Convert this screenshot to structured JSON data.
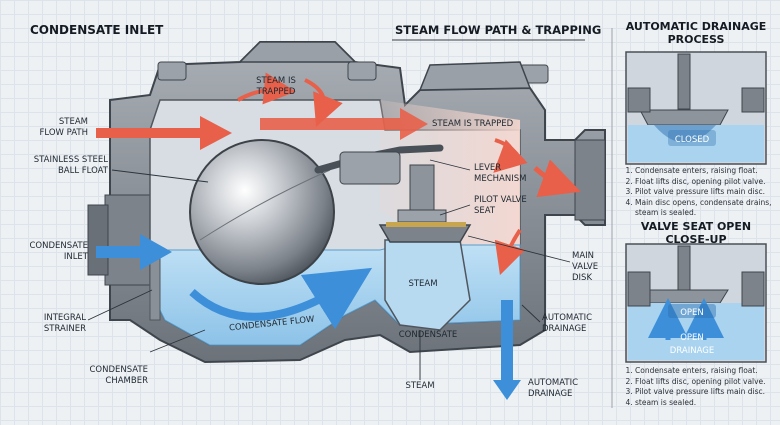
{
  "headings": {
    "inlet": "CONDENSATE INLET",
    "flow": "STEAM FLOW PATH & TRAPPING",
    "drain_line1": "AUTOMATIC DRAINAGE",
    "drain_line2": "PROCESS",
    "seat_line1": "VALVE SEAT OPEN",
    "seat_line2": "CLOSE-UP"
  },
  "labels": {
    "steam_flow_l1": "STEAM",
    "steam_flow_l2": "FLOW PATH",
    "ball_l1": "STAINLESS STEEL",
    "ball_l2": "BALL FLOAT",
    "inlet_l1": "CONDENSATE",
    "inlet_l2": "INLET",
    "strainer_l1": "INTEGRAL",
    "strainer_l2": "STRAINER",
    "chamber_l1": "CONDENSATE",
    "chamber_l2": "CHAMBER",
    "steam_bottom": "STEAM",
    "drain_bottom_l1": "AUTOMATIC",
    "drain_bottom_l2": "DRAINAGE",
    "drain_mid_l1": "AUTOMATIC",
    "drain_mid_l2": "DRAINAGE",
    "main_valve_l1": "MAIN",
    "main_valve_l2": "VALVE",
    "main_valve_l3": "DISK",
    "pilot_l1": "PILOT VALVE",
    "pilot_l2": "SEAT",
    "lever_l1": "LEVER",
    "lever_l2": "MECHANISM",
    "trapped_top_l1": "STEAM IS",
    "trapped_top_l2": "TRAPPED",
    "trapped_mid": "STEAM IS TRAPPED",
    "condensate_flow": "CONDENSATE FLOW",
    "steam_inner": "STEAM",
    "condensate_inner": "CONDENSATE",
    "closed": "CLOSED",
    "open": "OPEN",
    "open_drainage_l1": "OPEN",
    "open_drainage_l2": "DRAINAGE"
  },
  "steps_top": [
    "Condensate enters, raising float.",
    "Float lifts disc, opening pilot valve.",
    "Pilot valve pressure lifts main disc.",
    "Main disc opens, condensate drains, steam is sealed."
  ],
  "steps_bottom": [
    "Condensate enters, raising float.",
    "Float lifts disc, opening pilot valve.",
    "Pilot valve pressure lifts main disc.",
    "steam is sealed."
  ],
  "colors": {
    "steam": "#e8604a",
    "condensate": "#3d8fd9",
    "water_fill": "#a9d3ef",
    "metal": "#8d949b",
    "metal_dark": "#4a5058"
  }
}
